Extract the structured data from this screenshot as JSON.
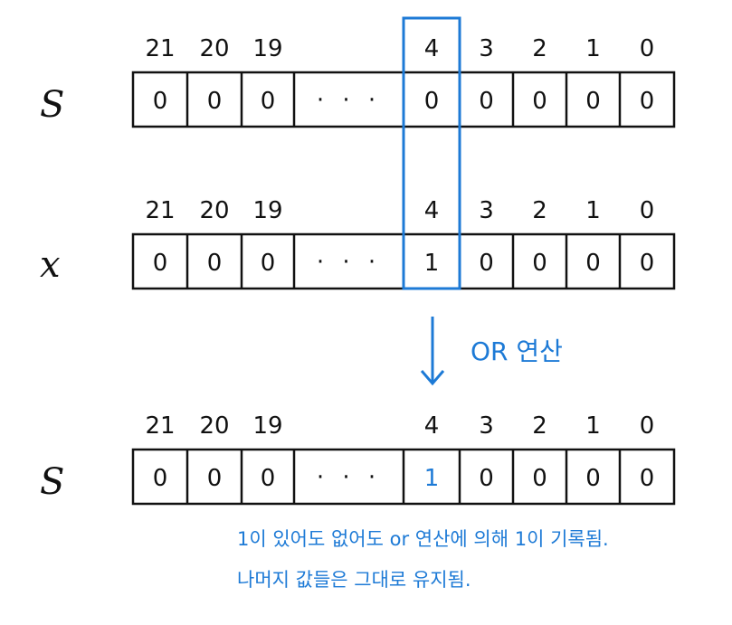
{
  "colors": {
    "ink": "#111111",
    "accent": "#1d7ad6"
  },
  "indices": [
    "21",
    "20",
    "19",
    "",
    "4",
    "3",
    "2",
    "1",
    "0"
  ],
  "ellipsis": "· · ·",
  "rows": [
    {
      "label": "S",
      "cells": [
        "0",
        "0",
        "0",
        "",
        "0",
        "0",
        "0",
        "0",
        "0"
      ]
    },
    {
      "label": "x",
      "cells": [
        "0",
        "0",
        "0",
        "",
        "1",
        "0",
        "0",
        "0",
        "0"
      ]
    },
    {
      "label": "S",
      "cells": [
        "0",
        "0",
        "0",
        "",
        "1",
        "0",
        "0",
        "0",
        "0"
      ]
    }
  ],
  "operation": "OR 연산",
  "notes": [
    "1이 있어도 없어도 or 연산에 의해 1이 기록됨.",
    "나머지 값들은 그대로 유지됨."
  ]
}
